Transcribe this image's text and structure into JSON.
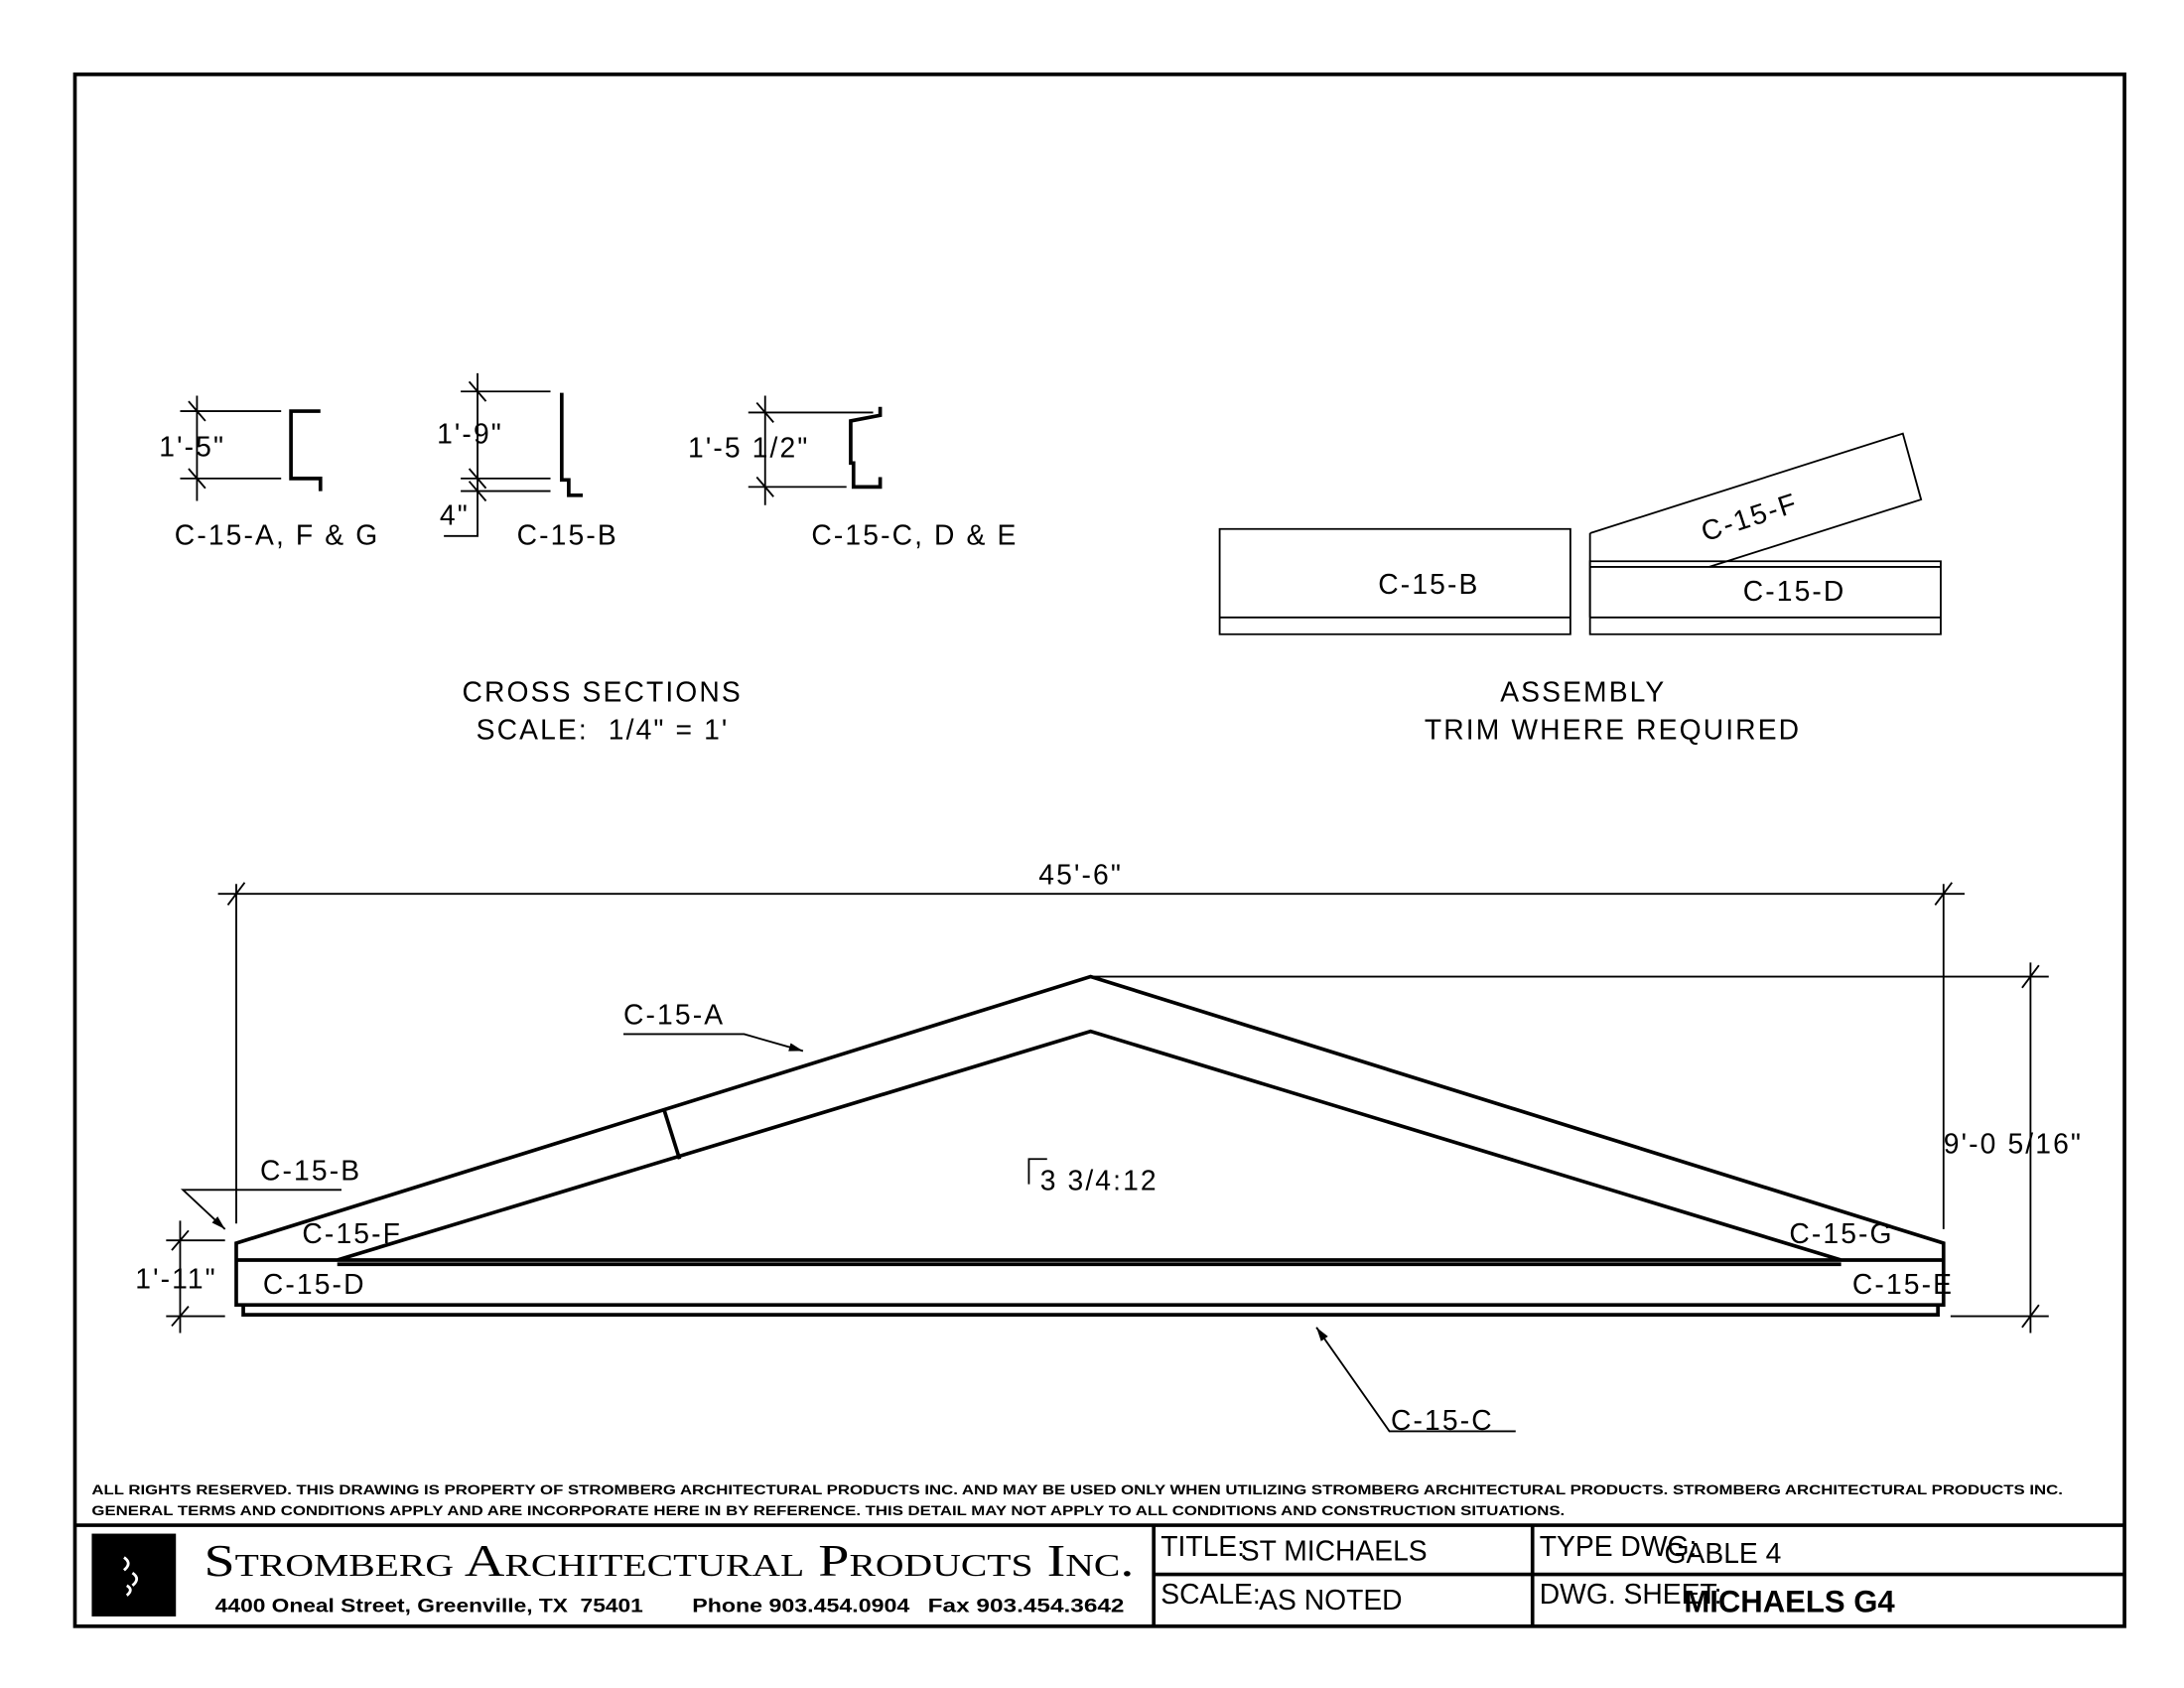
{
  "cross_sections": {
    "section_a": {
      "dimension": "1'-5\"",
      "label": "C-15-A, F & G"
    },
    "section_b": {
      "dimension": "1'-9\"",
      "sub_dimension": "4\"",
      "label": "C-15-B"
    },
    "section_c": {
      "dimension": "1'-5 1/2\"",
      "label": "C-15-C, D & E"
    },
    "title": "CROSS SECTIONS",
    "scale": "SCALE:  1/4\" = 1'"
  },
  "assembly": {
    "part_b": "C-15-B",
    "part_f": "C-15-F",
    "part_d": "C-15-D",
    "title": "ASSEMBLY",
    "note": "TRIM WHERE REQUIRED"
  },
  "elevation": {
    "width_dim": "45'-6\"",
    "height_dim": "9'-0 5/16\"",
    "end_height_dim": "1'-11\"",
    "pitch": "3 3/4:12",
    "labels": {
      "a": "C-15-A",
      "b": "C-15-B",
      "c": "C-15-C",
      "d": "C-15-D",
      "e": "C-15-E",
      "f": "C-15-F",
      "g": "C-15-G"
    }
  },
  "disclaimer": {
    "line1": "ALL RIGHTS RESERVED. THIS DRAWING IS PROPERTY OF STROMBERG ARCHITECTURAL PRODUCTS INC. AND MAY BE USED ONLY WHEN UTILIZING STROMBERG ARCHITECTURAL PRODUCTS.  STROMBERG ARCHITECTURAL PRODUCTS INC.",
    "line2": "GENERAL TERMS AND CONDITIONS APPLY AND ARE INCORPORATE HERE IN BY REFERENCE.  THIS DETAIL MAY NOT APPLY TO ALL CONDITIONS AND CONSTRUCTION SITUATIONS."
  },
  "title_block": {
    "company": "Stromberg Architectural Products Inc.",
    "address": "4400 Oneal Street, Greenville, TX  75401",
    "phone": "Phone 903.454.0904",
    "fax": "Fax 903.454.3642",
    "title_label": "TITLE:",
    "title_value": "ST MICHAELS",
    "type_label": "TYPE DWG:",
    "type_value": "GABLE 4",
    "scale_label": "SCALE:",
    "scale_value": "AS NOTED",
    "sheet_label": "DWG. SHEET:",
    "sheet_value": "MICHAELS G4"
  }
}
